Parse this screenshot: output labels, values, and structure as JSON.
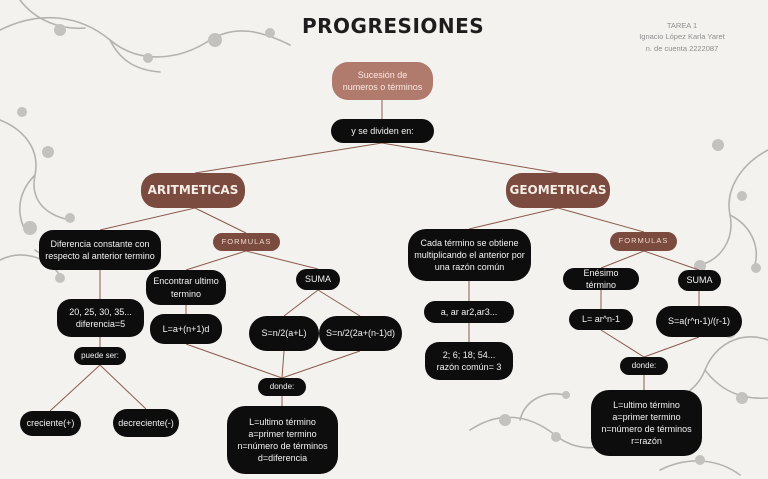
{
  "header": {
    "title": "PROGRESIONES",
    "task": "TAREA 1",
    "author": "Ignacio López Karla Yaret",
    "account": "n. de cuenta 2222087"
  },
  "nodes": {
    "root": "Sucesión de numeros o términos",
    "divide": "y se dividen en:",
    "arit": "ARITMETICAS",
    "geom": "GEOMETRICAS",
    "arit_def": "Diferencia constante con respecto al anterior termino",
    "arit_formulas": "FORMULAS",
    "arit_example": "20, 25, 30, 35...\ndiferencia=5",
    "puede_ser": "puede ser:",
    "creciente": "creciente(+)",
    "decreciente": "decreciente(-)",
    "encontrar": "Encontrar ultimo termino",
    "arit_suma": "SUMA",
    "formula_l": "L=a+(n+1)d",
    "formula_s1": "S=n/2(a+L)",
    "formula_s2": "S=n/2(2a+(n-1)d)",
    "arit_donde": "donde:",
    "arit_legend": "L=ultimo término\na=primer termino\nn=número de términos\nd=diferencia",
    "geom_def": "Cada término se obtiene multiplicando el anterior por una razón común",
    "geom_formulas": "FORMULAS",
    "geom_seq": "a, ar ar2,ar3...",
    "geom_example": "2; 6; 18; 54...\nrazón común= 3",
    "enesimo": "Enésimo término",
    "geom_suma": "SUMA",
    "formula_lg": "L= ar^n-1",
    "formula_sg": "S=a(r^n-1)/(r-1)",
    "geom_donde": "donde:",
    "geom_legend": "L=ultimo término\na=primer termino\nn=número de términos\nr=razón"
  },
  "colors": {
    "background": "#f4f2ef",
    "dark_node": "#0d0d0d",
    "brown_node": "#7a4b3e",
    "root_node": "#b07a6c",
    "connector": "#8a5a4e",
    "floral": "#b5b3b0"
  }
}
